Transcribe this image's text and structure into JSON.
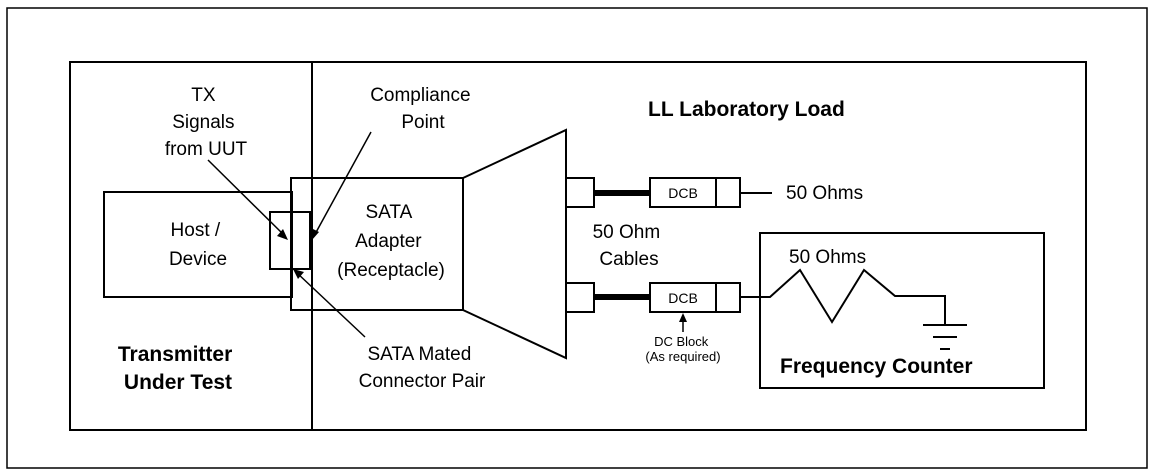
{
  "labels": {
    "tx_signals": [
      "TX",
      "Signals",
      "from UUT"
    ],
    "compliance_point": [
      "Compliance",
      "Point"
    ],
    "title_lab_load": "LL Laboratory Load",
    "host_device": [
      "Host /",
      "Device"
    ],
    "sata_adapter": [
      "SATA",
      "Adapter",
      "(Receptacle)"
    ],
    "dcb_top": "DCB",
    "dcb_bottom": "DCB",
    "fifty_ohms_top": "50 Ohms",
    "fifty_ohm_cables": [
      "50 Ohm",
      "Cables"
    ],
    "fifty_ohms_resistor": "50 Ohms",
    "dc_block": [
      "DC Block",
      "(As required)"
    ],
    "sata_mated": [
      "SATA Mated",
      "Connector Pair"
    ],
    "transmitter_under_test": [
      "Transmitter",
      "Under Test"
    ],
    "frequency_counter": "Frequency Counter"
  }
}
